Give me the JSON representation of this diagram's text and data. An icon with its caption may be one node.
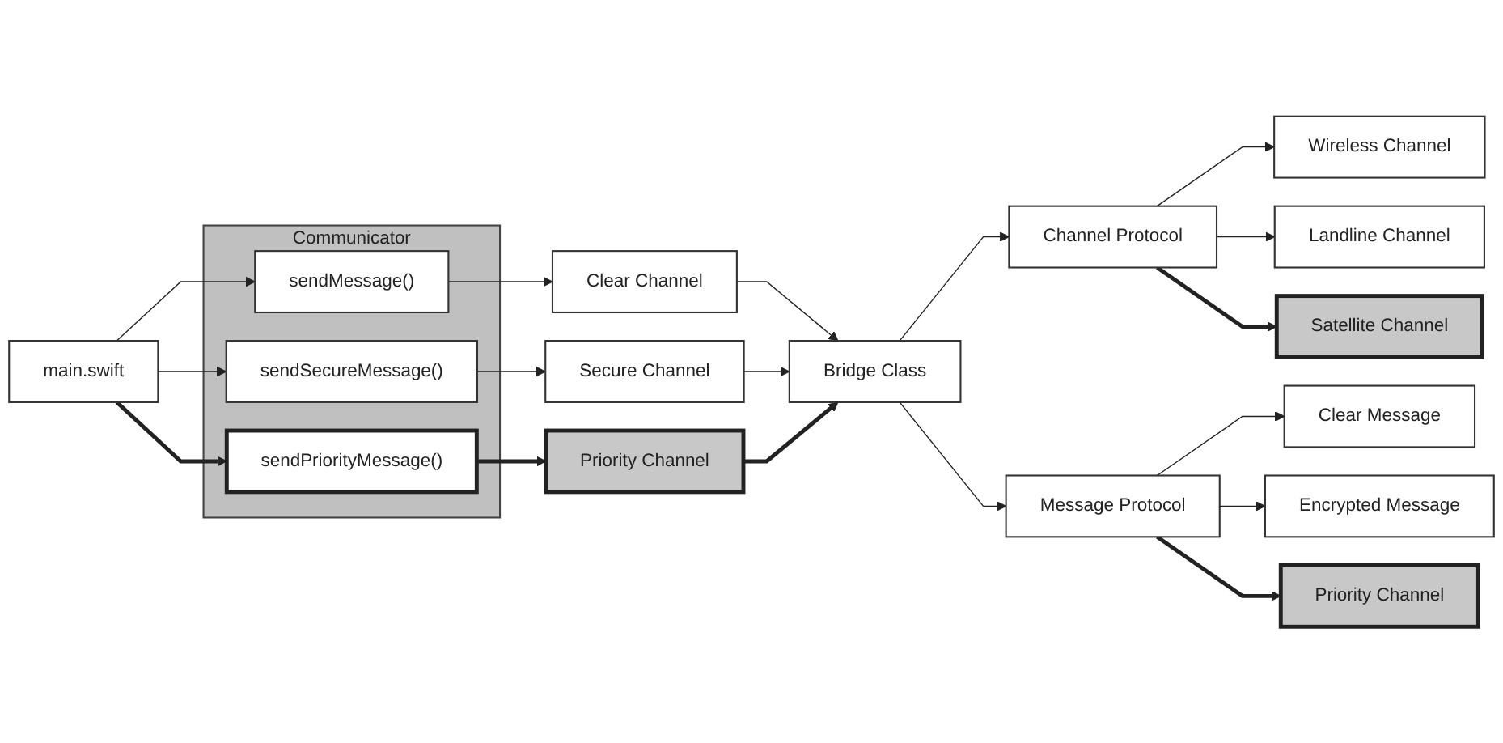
{
  "diagram": {
    "nodes": [
      {
        "text": [
          "main.swift"
        ]
      },
      {
        "text": [
          "Communicator"
        ]
      },
      {
        "text": [
          "sendMessage()"
        ],
        "in": 1
      },
      {
        "text": [
          "sendSecureMessage()"
        ],
        "in": 1
      },
      {
        "text": [
          "sendPriorityMessage()"
        ],
        "in": 1
      },
      {
        "text": [
          "Clear Channel"
        ]
      },
      {
        "text": [
          "Secure Channel"
        ]
      },
      {
        "text": [
          "Priority Channel"
        ]
      },
      {
        "text": [
          "Wireless Channel"
        ]
      },
      {
        "text": [
          "Landline Channel"
        ]
      },
      {
        "text": [
          "Satellite Channel"
        ]
      },
      {
        "text": [
          "Channel Protocol"
        ]
      },
      {
        "text": [
          "Bridge Class"
        ]
      },
      {
        "text": [
          "Message Protocol"
        ]
      },
      {
        "text": [
          "Clear Message"
        ]
      },
      {
        "text": [
          "Priority Channel"
        ]
      },
      {
        "text": [
          "Encrypted Message"
        ]
      }
    ],
    "edges": [
      {
        "from": 0,
        "to": 2,
        "arrow": "to"
      },
      {
        "from": 0,
        "to": 3,
        "arrow": "to"
      },
      {
        "from": 0,
        "to": 4,
        "arrow": "to",
        "style": "thick"
      },
      {
        "from": 2,
        "to": 5,
        "arrow": "to"
      },
      {
        "from": 3,
        "to": 6,
        "arrow": "to"
      },
      {
        "from": 4,
        "to": 7,
        "arrow": "to",
        "style": "thick"
      },
      {
        "from": 5,
        "to": 12,
        "arrow": "to"
      },
      {
        "from": 6,
        "to": 12,
        "arrow": "to"
      },
      {
        "from": 7,
        "to": 12,
        "arrow": "to",
        "style": "thick"
      },
      {
        "from": 12,
        "to": 11,
        "arrow": "to"
      },
      {
        "from": 11,
        "to": 8,
        "arrow": "to"
      },
      {
        "from": 11,
        "to": 9,
        "arrow": "to"
      },
      {
        "from": 11,
        "to": 10,
        "arrow": "to",
        "style": "thick"
      },
      {
        "from": 12,
        "to": 13,
        "arrow": "to"
      },
      {
        "from": 13,
        "to": 14,
        "arrow": "to"
      },
      {
        "from": 13,
        "to": 16,
        "arrow": "to"
      },
      {
        "from": 13,
        "to": 15,
        "arrow": "to",
        "style": "thick"
      }
    ]
  }
}
